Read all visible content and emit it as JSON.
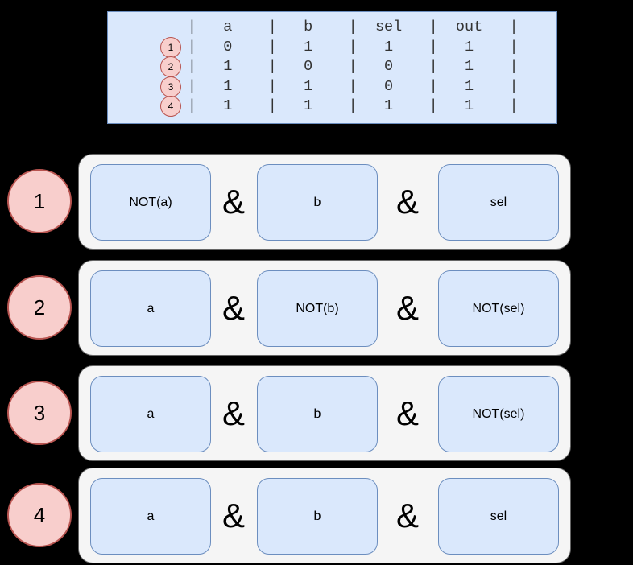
{
  "palette": {
    "background": "#000000",
    "blue_fill": "#dae8fc",
    "blue_stroke": "#6c8ebf",
    "pink_fill": "#f8cecc",
    "pink_stroke": "#b85450",
    "row_fill": "#f5f5f5",
    "row_stroke": "#666666",
    "table_text": "#333333"
  },
  "truth_table": {
    "columns": [
      "a",
      "b",
      "sel",
      "out"
    ],
    "header_line": "        |   a    |   b    |  sel   |  out   |",
    "rows": [
      {
        "marker": "1",
        "values": [
          "0",
          "1",
          "1",
          "1"
        ],
        "line": "        |   0    |   1    |   1    |   1    |"
      },
      {
        "marker": "2",
        "values": [
          "1",
          "0",
          "0",
          "1"
        ],
        "line": "        |   1    |   0    |   0    |   1    |"
      },
      {
        "marker": "3",
        "values": [
          "1",
          "1",
          "0",
          "1"
        ],
        "line": "        |   1    |   1    |   0    |   1    |"
      },
      {
        "marker": "4",
        "values": [
          "1",
          "1",
          "1",
          "1"
        ],
        "line": "        |   1    |   1    |   1    |   1    |"
      }
    ]
  },
  "terms": [
    {
      "marker": "1",
      "operator": "&",
      "operands": [
        "NOT(a)",
        "b",
        "sel"
      ]
    },
    {
      "marker": "2",
      "operator": "&",
      "operands": [
        "a",
        "NOT(b)",
        "NOT(sel)"
      ]
    },
    {
      "marker": "3",
      "operator": "&",
      "operands": [
        "a",
        "b",
        "NOT(sel)"
      ]
    },
    {
      "marker": "4",
      "operator": "&",
      "operands": [
        "a",
        "b",
        "sel"
      ]
    }
  ]
}
